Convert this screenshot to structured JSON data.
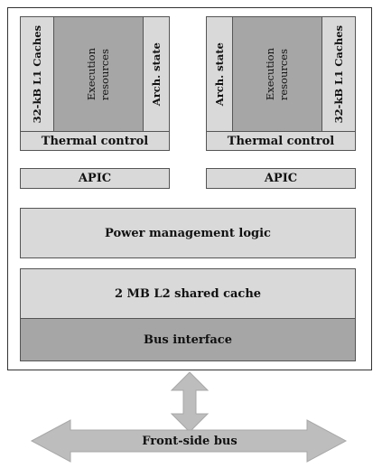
{
  "core_left": {
    "cache": "32-kB L1 Caches",
    "execution": [
      "Execution",
      "resources"
    ],
    "arch_state": "Arch. state",
    "thermal": "Thermal control",
    "apic": "APIC"
  },
  "core_right": {
    "arch_state": "Arch. state",
    "execution": [
      "Execution",
      "resources"
    ],
    "cache": "32-kB L1 Caches",
    "thermal": "Thermal control",
    "apic": "APIC"
  },
  "power_management": "Power management logic",
  "l2_cache": "2 MB L2 shared cache",
  "bus_interface": "Bus interface",
  "front_side_bus": "Front-side bus",
  "colors": {
    "light_block": "#d9d9d9",
    "dark_block": "#a6a6a6",
    "arrow": "#bdbdbd",
    "border": "#555555"
  }
}
